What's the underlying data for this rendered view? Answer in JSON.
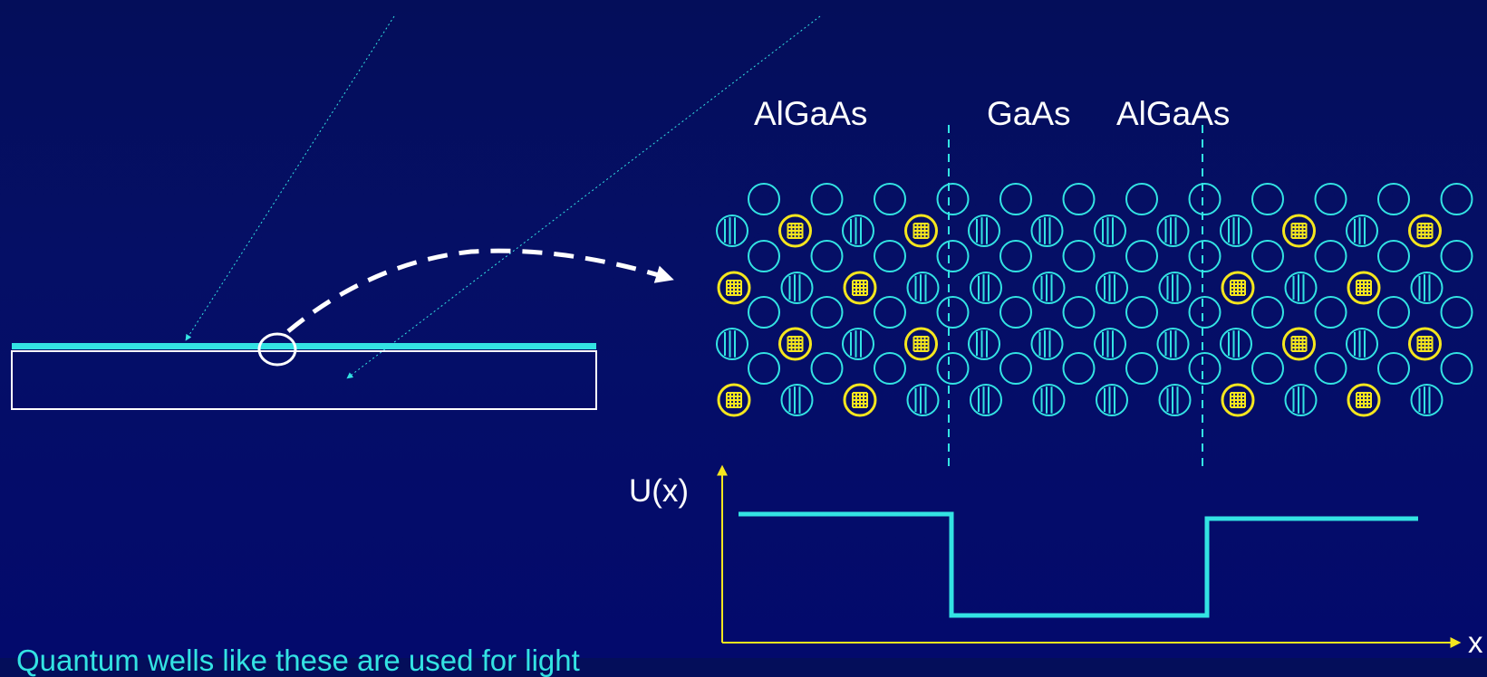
{
  "layers": {
    "left": "AlGaAs",
    "middle": "GaAs",
    "right": "AlGaAs"
  },
  "axes": {
    "y_label": "U(x)",
    "x_label": "x"
  },
  "caption": "Quantum wells like these are used for light",
  "colors": {
    "background": "#040e5a",
    "cyan": "#33e3e3",
    "yellow": "#f5e61e",
    "white": "#ffffff"
  }
}
